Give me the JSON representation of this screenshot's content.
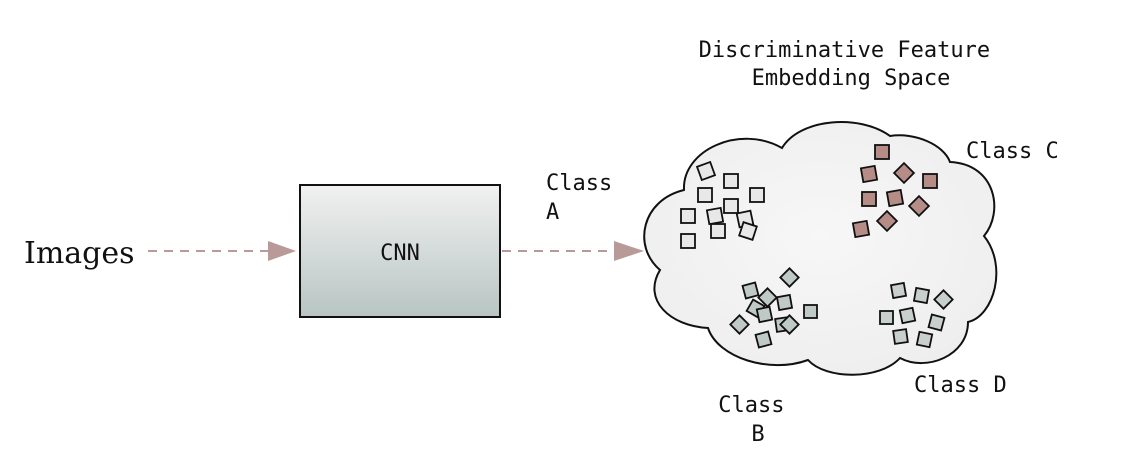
{
  "input_label": "Images",
  "model_label": "CNN",
  "space_title": [
    "Discriminative Feature",
    "Embedding Space"
  ],
  "colors": {
    "arrow": "#b89a98",
    "box_top": "#f1f1f1",
    "box_bottom": "#b8c5c3",
    "cloud_fill": "#eeeeee",
    "class_a": "#e8e8e8",
    "class_b": "#bfc9c6",
    "class_c": "#b58c86",
    "class_d": "#c9cfcc"
  },
  "classes": [
    {
      "id": "A",
      "label": [
        "Class",
        "A"
      ]
    },
    {
      "id": "B",
      "label": [
        "Class",
        "B"
      ]
    },
    {
      "id": "C",
      "label": [
        "Class C"
      ]
    },
    {
      "id": "D",
      "label": [
        "Class D"
      ]
    }
  ]
}
